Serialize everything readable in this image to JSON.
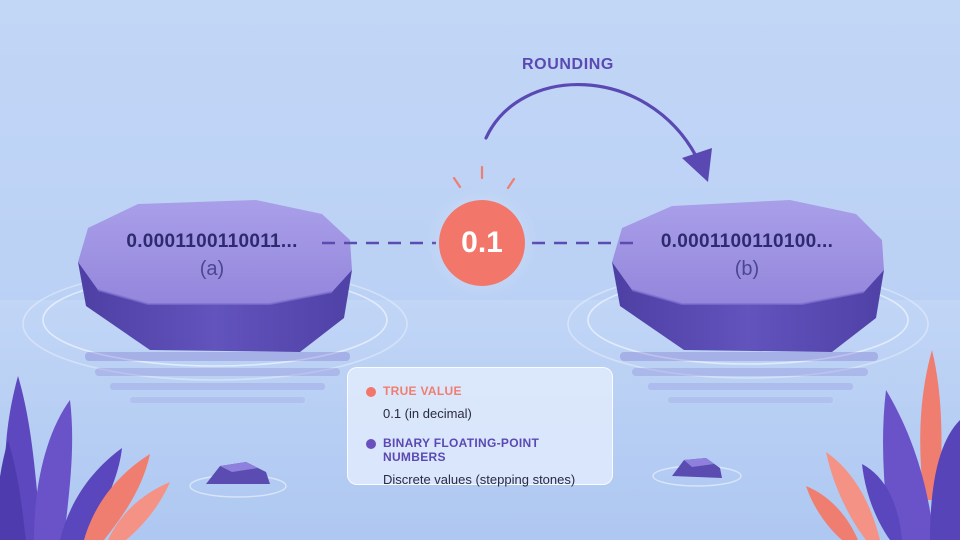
{
  "diagram": {
    "arrow_label": "ROUNDING",
    "true_value": "0.1",
    "stone_a": {
      "value": "0.0001100110011...",
      "label": "(a)"
    },
    "stone_b": {
      "value": "0.0001100110100...",
      "label": "(b)"
    },
    "legend": {
      "true_value": {
        "title": "TRUE VALUE",
        "description": "0.1 (in decimal)"
      },
      "binary": {
        "title": "BINARY FLOATING-POINT NUMBERS",
        "description": "Discrete values (stepping stones)"
      }
    }
  },
  "colors": {
    "water": "#bcd2f5",
    "stone_top": "#9c8fe2",
    "stone_side": "#5b4cb1",
    "true_value": "#f2776a",
    "binary": "#6a4fbf",
    "arrow": "#5b49b3",
    "leaf_purple": "#6a52c9",
    "leaf_coral": "#f07e70"
  }
}
